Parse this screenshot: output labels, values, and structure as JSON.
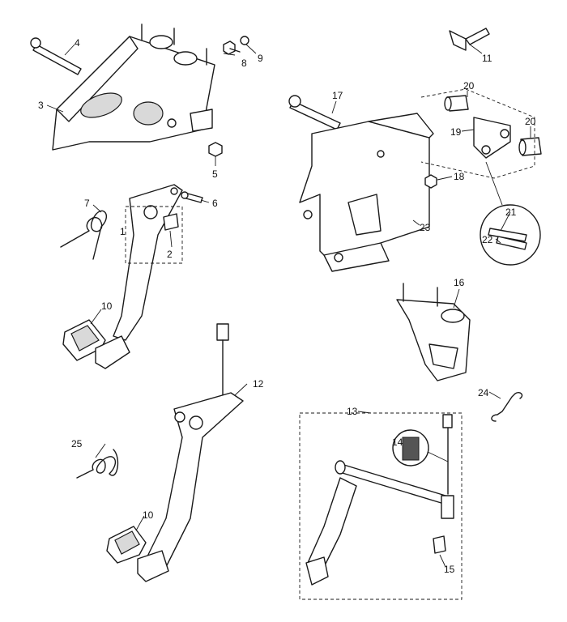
{
  "callouts": [
    {
      "id": "c1",
      "text": "1"
    },
    {
      "id": "c2",
      "text": "2"
    },
    {
      "id": "c3",
      "text": "3"
    },
    {
      "id": "c4",
      "text": "4"
    },
    {
      "id": "c5",
      "text": "5"
    },
    {
      "id": "c6",
      "text": "6"
    },
    {
      "id": "c7",
      "text": "7"
    },
    {
      "id": "c8",
      "text": "8"
    },
    {
      "id": "c9",
      "text": "9"
    },
    {
      "id": "c10a",
      "text": "10"
    },
    {
      "id": "c10b",
      "text": "10"
    },
    {
      "id": "c11",
      "text": "11"
    },
    {
      "id": "c12",
      "text": "12"
    },
    {
      "id": "c13",
      "text": "13"
    },
    {
      "id": "c14",
      "text": "14"
    },
    {
      "id": "c15",
      "text": "15"
    },
    {
      "id": "c16",
      "text": "16"
    },
    {
      "id": "c17",
      "text": "17"
    },
    {
      "id": "c18",
      "text": "18"
    },
    {
      "id": "c19",
      "text": "19"
    },
    {
      "id": "c20a",
      "text": "20"
    },
    {
      "id": "c20b",
      "text": "20"
    },
    {
      "id": "c21",
      "text": "21"
    },
    {
      "id": "c22",
      "text": "22"
    },
    {
      "id": "c23",
      "text": "23"
    },
    {
      "id": "c24",
      "text": "24"
    },
    {
      "id": "c25",
      "text": "25"
    }
  ]
}
